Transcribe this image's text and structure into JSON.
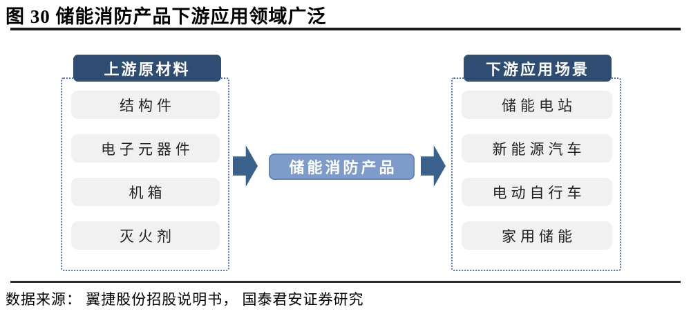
{
  "figure": {
    "title": "图 30 储能消防产品下游应用领域广泛",
    "source": "数据来源： 翼捷股份招股说明书， 国泰君安证券研究"
  },
  "diagram": {
    "upstream": {
      "header": "上游原材料",
      "items": [
        "结构件",
        "电子元器件",
        "机箱",
        "灭火剂"
      ]
    },
    "center": {
      "label": "储能消防产品"
    },
    "downstream": {
      "header": "下游应用场景",
      "items": [
        "储能电站",
        "新能源汽车",
        "电动自行车",
        "家用储能"
      ]
    },
    "colors": {
      "header_bg": "#2F4D73",
      "center_bg": "#7E9CC9",
      "center_border": "#6385BD",
      "arrow": "#3A608C",
      "dotted_border": "#4C6FC0",
      "item_bg": "#F1F1F1",
      "item_text": "#222222",
      "header_text": "#FFFFFF"
    }
  }
}
